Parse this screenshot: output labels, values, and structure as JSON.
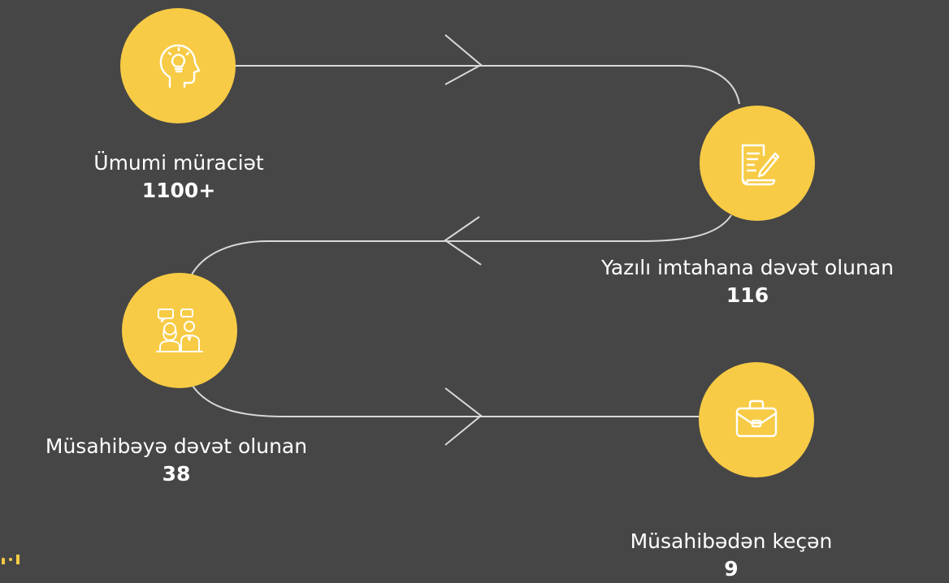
{
  "colors": {
    "background": "#464646",
    "node": "#f7cb45",
    "line": "#d9d9d9",
    "text": "#ffffff"
  },
  "steps": [
    {
      "icon": "head-lightbulb-icon",
      "label": "Ümumi müraciət",
      "value": "1100+"
    },
    {
      "icon": "document-pen-icon",
      "label": "Yazılı imtahana dəvət olunan",
      "value": "116"
    },
    {
      "icon": "interview-people-icon",
      "label": "Müsahibəyə dəvət olunan",
      "value": "38"
    },
    {
      "icon": "briefcase-icon",
      "label": "Müsahibədən keçən",
      "value": "9"
    }
  ]
}
